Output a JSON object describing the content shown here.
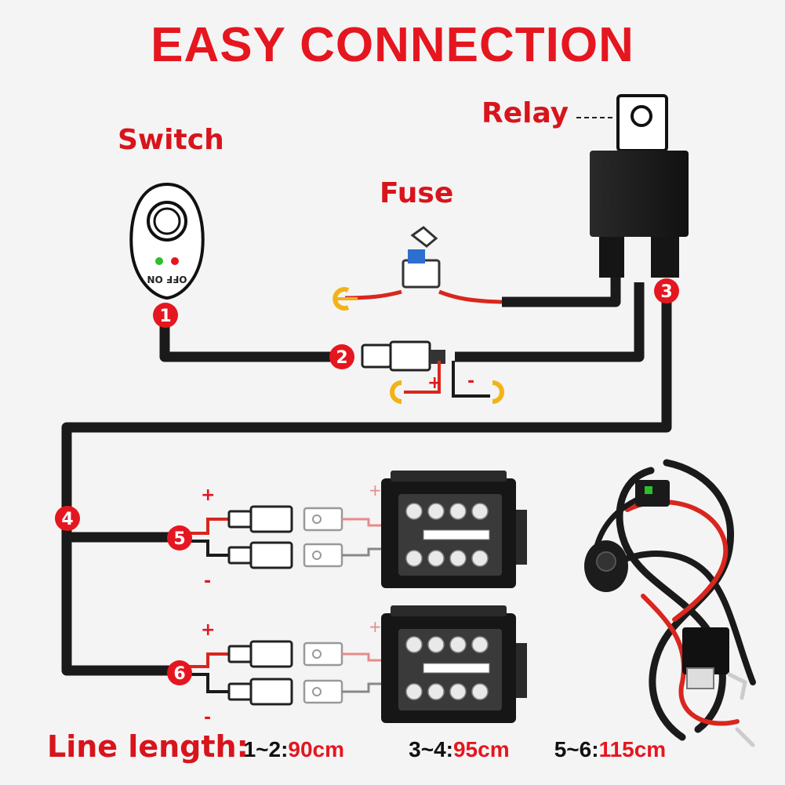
{
  "title": "EASY CONNECTION",
  "labels": {
    "switch": "Switch",
    "relay": "Relay",
    "fuse": "Fuse"
  },
  "switch_markings": "OFF ON",
  "points": [
    "1",
    "2",
    "3",
    "4",
    "5",
    "6"
  ],
  "signs": {
    "plus": "+",
    "minus": "-"
  },
  "line_length": {
    "label": "Line length:",
    "items": [
      {
        "range": "1~2:",
        "value": "90cm"
      },
      {
        "range": "3~4:",
        "value": "95cm"
      },
      {
        "range": "5~6:",
        "value": "115cm"
      }
    ]
  },
  "colors": {
    "title": "#e5161f",
    "wire": "#1a1a1a",
    "marker": "#e5161f",
    "terminal": "#f2b318"
  }
}
